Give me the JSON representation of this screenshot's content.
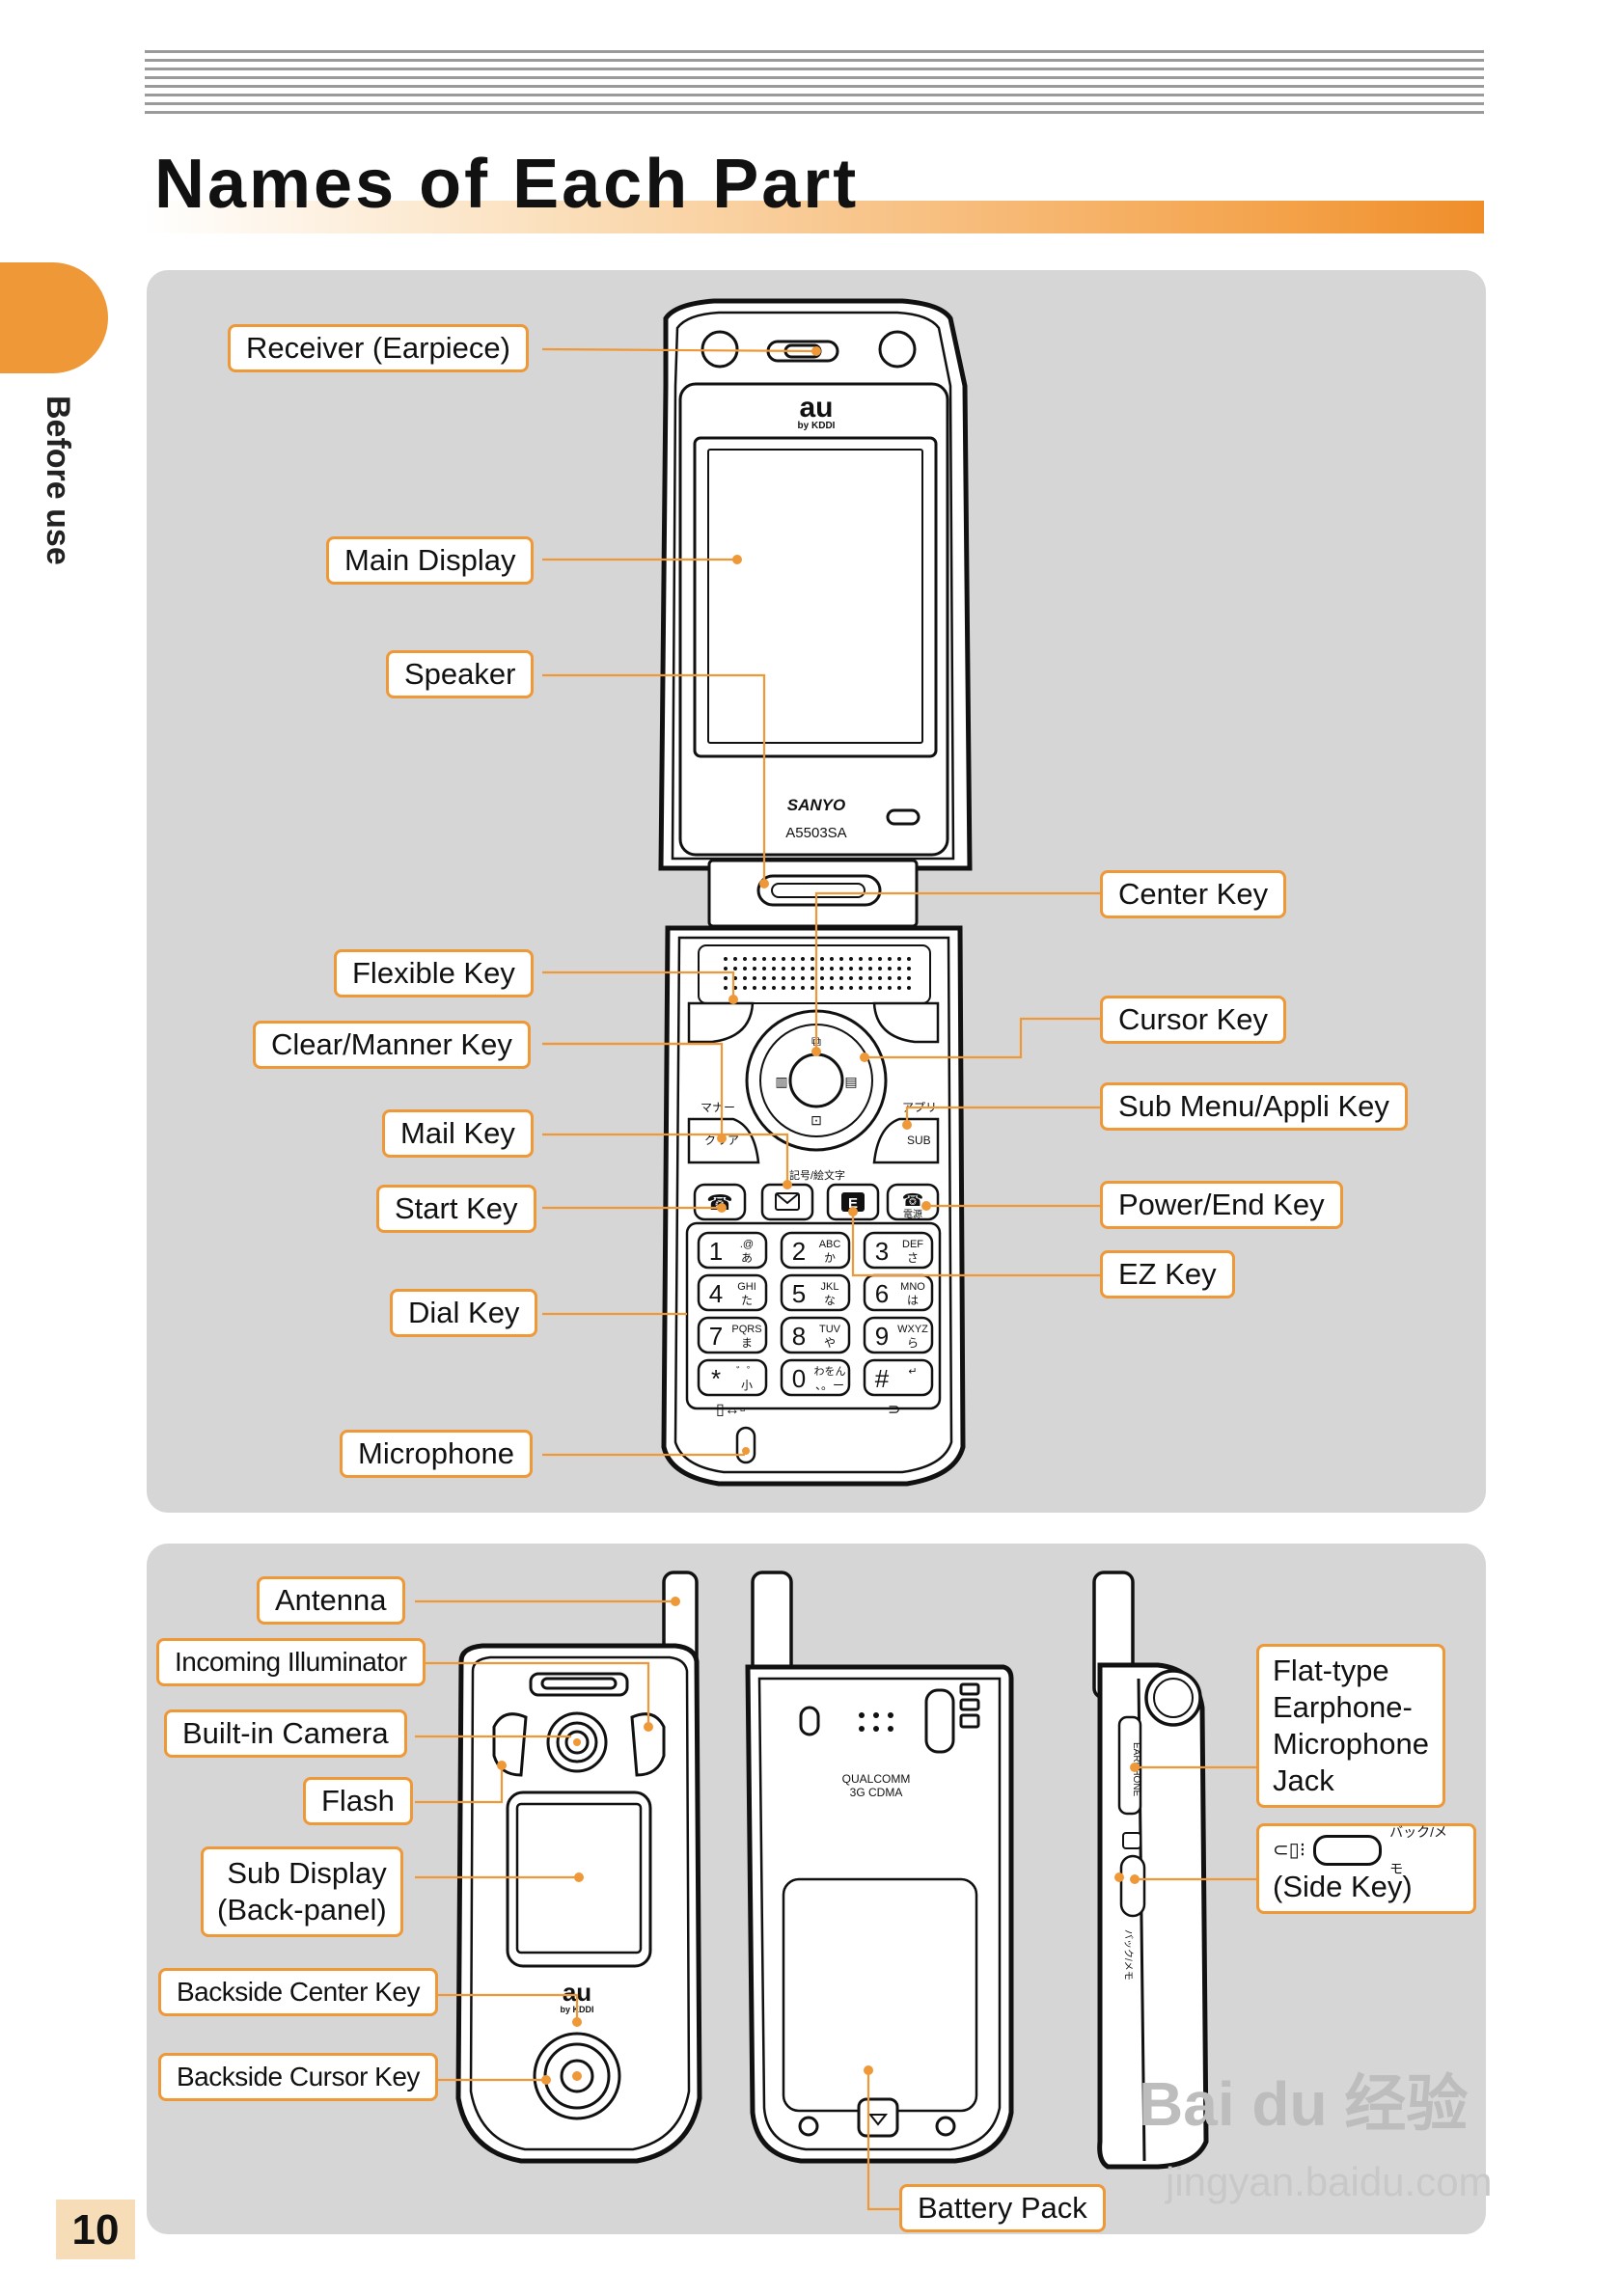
{
  "page": {
    "title": "Names of Each Part",
    "section_tab": "Before use",
    "page_number": "10"
  },
  "phone_labels": {
    "receiver": "Receiver (Earpiece)",
    "main_display": "Main Display",
    "speaker": "Speaker",
    "center_key": "Center Key",
    "flexible_key": "Flexible Key",
    "cursor_key": "Cursor Key",
    "clear_manner_key": "Clear/Manner Key",
    "sub_menu_key": "Sub Menu/Appli Key",
    "mail_key": "Mail Key",
    "start_key": "Start Key",
    "power_end_key": "Power/End Key",
    "ez_key": "EZ Key",
    "dial_key": "Dial Key",
    "microphone": "Microphone"
  },
  "back_labels": {
    "antenna": "Antenna",
    "incoming_illuminator": "Incoming Illuminator",
    "built_in_camera": "Built-in Camera",
    "flash": "Flash",
    "sub_display_line1": "Sub Display",
    "sub_display_line2": "(Back-panel)",
    "backside_center_key": "Backside Center Key",
    "backside_cursor_key": "Backside Cursor Key",
    "battery_pack": "Battery Pack",
    "earphone_jack_line1": "Flat-type",
    "earphone_jack_line2": "Earphone-",
    "earphone_jack_line3": "Microphone",
    "earphone_jack_line4": "Jack",
    "side_key": "(Side Key)",
    "side_key_caption": "バック/メモ"
  },
  "phone_print": {
    "brand_logo": "au",
    "brand_sub": "by KDDI",
    "maker": "SANYO",
    "model": "A5503SA",
    "back_chip_line1": "QUALCOMM",
    "back_chip_line2": "3G CDMA",
    "side_earphone": "EARPHONE",
    "side_back_memo": "バック/メモ"
  },
  "keypad": {
    "manner_caption": "マナー",
    "clear_caption": "クリア",
    "appli_caption": "アプリ",
    "sub_caption": "SUB",
    "mail_caption": "記号/絵文字",
    "power_caption": "電源",
    "keys": [
      {
        "num": "1",
        "letters": ".@",
        "kana": "あ"
      },
      {
        "num": "2",
        "letters": "ABC",
        "kana": "か"
      },
      {
        "num": "3",
        "letters": "DEF",
        "kana": "さ"
      },
      {
        "num": "4",
        "letters": "GHI",
        "kana": "た"
      },
      {
        "num": "5",
        "letters": "JKL",
        "kana": "な"
      },
      {
        "num": "6",
        "letters": "MNO",
        "kana": "は"
      },
      {
        "num": "7",
        "letters": "PQRS",
        "kana": "ま"
      },
      {
        "num": "8",
        "letters": "TUV",
        "kana": "や"
      },
      {
        "num": "9",
        "letters": "WXYZ",
        "kana": "ら"
      },
      {
        "num": "*",
        "letters": "゛゜",
        "kana": "小"
      },
      {
        "num": "0",
        "letters": "わをん",
        "kana": "、。ー"
      },
      {
        "num": "#",
        "letters": "↵",
        "kana": ""
      }
    ]
  },
  "watermark": {
    "logo": "Bai du 经验",
    "url": "jingyan.baidu.com"
  },
  "colors": {
    "accent": "#ee9838",
    "panel": "#d6d6d6",
    "page_number_bg": "#f6ddb8"
  }
}
